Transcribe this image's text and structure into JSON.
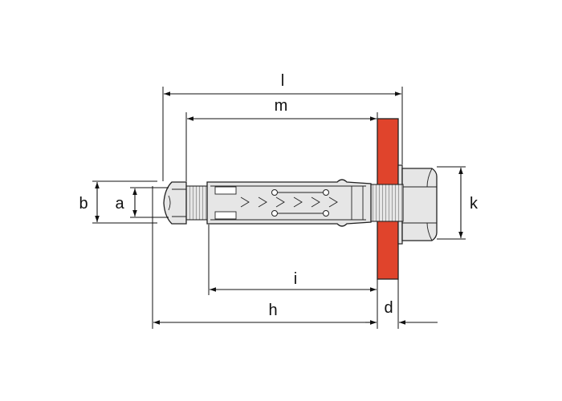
{
  "labels": {
    "l": "l",
    "m": "m",
    "a": "a",
    "b": "b",
    "k": "k",
    "i": "i",
    "h": "h",
    "d": "d"
  },
  "colors": {
    "plate": "#e0442c",
    "plate_outline": "#7a1c10",
    "metal_fill": "#e6e6e6",
    "metal_dark": "#bcbcbc",
    "line": "#111111"
  }
}
